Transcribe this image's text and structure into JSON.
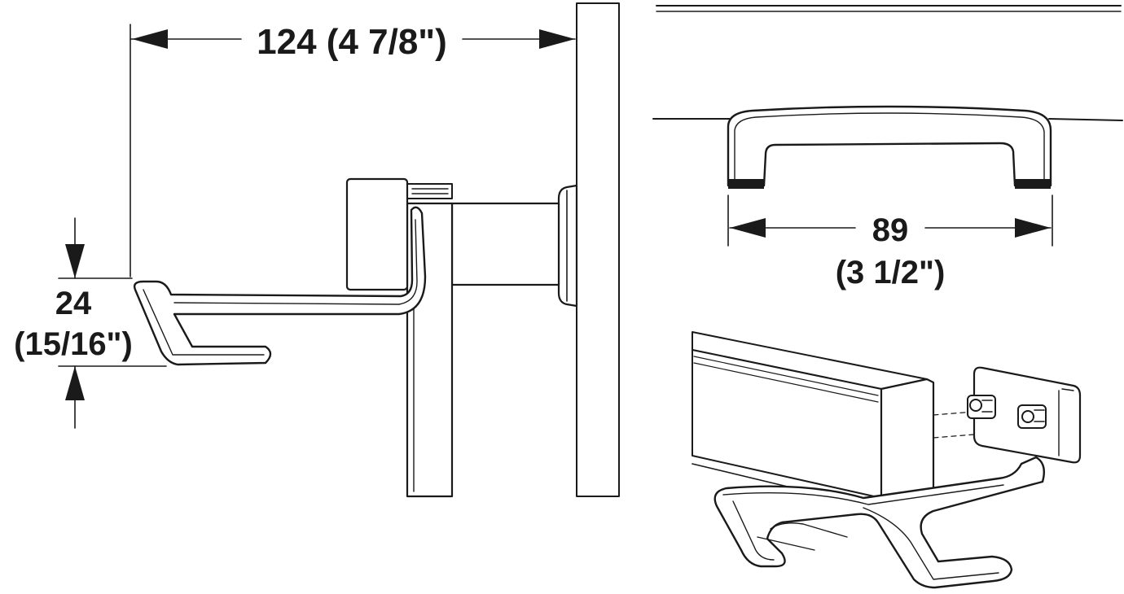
{
  "side_view": {
    "width_dim": "124 (4 7/8\")",
    "height_dim_mm": "24",
    "height_dim_in": "(15/16\")"
  },
  "top_view": {
    "width_dim_mm": "89",
    "width_dim_in": "(3 1/2\")"
  },
  "colors": {
    "ink": "#1a1a1a",
    "paper": "#ffffff"
  }
}
